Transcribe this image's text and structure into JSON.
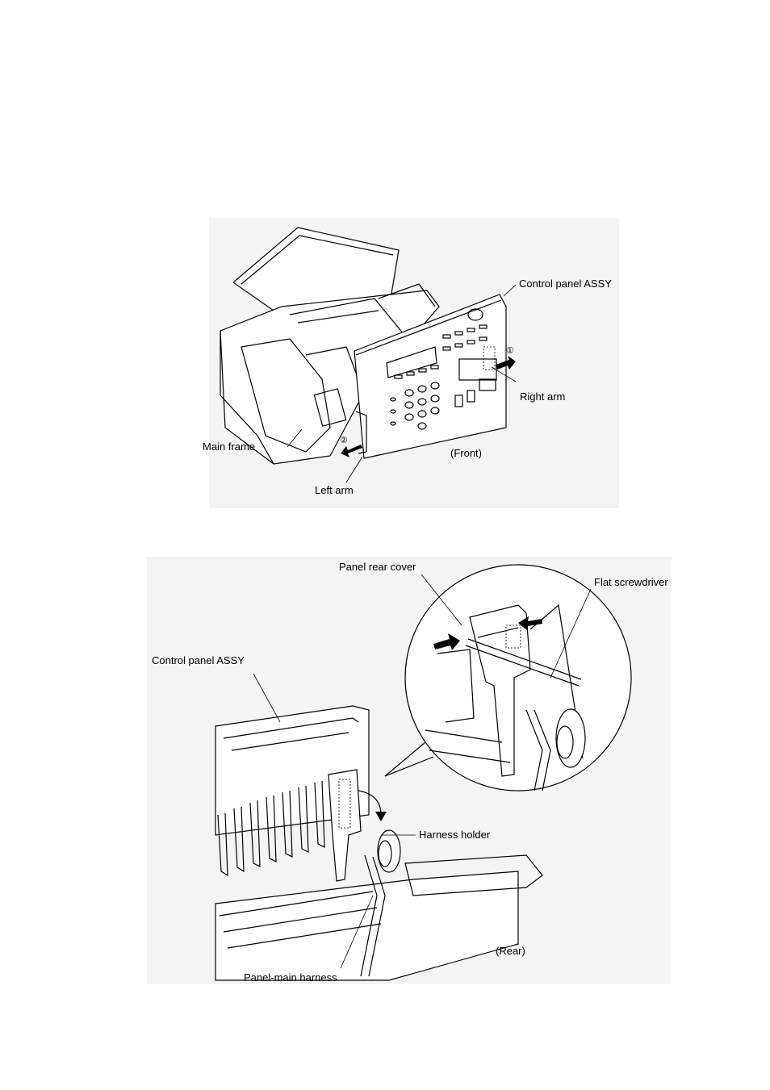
{
  "figure_front": {
    "labels": {
      "control_panel_assy": "Control panel ASSY",
      "right_arm": "Right arm",
      "main_frame": "Main frame",
      "front": "(Front)",
      "left_arm": "Left arm",
      "step_1": "①",
      "step_2": "②"
    }
  },
  "figure_rear": {
    "labels": {
      "panel_rear_cover": "Panel rear cover",
      "flat_screwdriver": "Flat screwdriver",
      "control_panel_assy": "Control panel ASSY",
      "harness_holder": "Harness holder",
      "rear": "(Rear)",
      "panel_main_harness": "Panel-main harness"
    }
  }
}
